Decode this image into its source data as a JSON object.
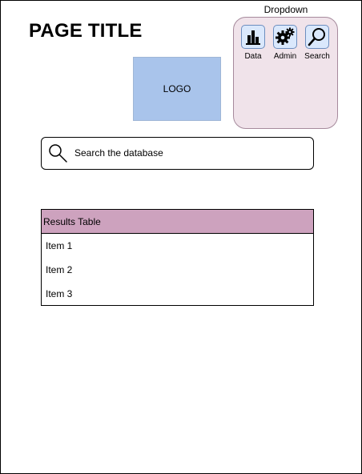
{
  "page": {
    "title": "PAGE TITLE"
  },
  "logo": {
    "label": "LOGO"
  },
  "dropdown": {
    "label": "Dropdown",
    "items": [
      {
        "label": "Data",
        "icon": "bar-chart-icon"
      },
      {
        "label": "Admin",
        "icon": "gears-icon"
      },
      {
        "label": "Search",
        "icon": "magnifier-icon"
      }
    ]
  },
  "search": {
    "placeholder": "Search the database",
    "icon": "search-icon"
  },
  "results": {
    "header": "Results Table",
    "items": [
      "Item 1",
      "Item 2",
      "Item 3"
    ]
  },
  "colors": {
    "logo_fill": "#a9c4eb",
    "dropdown_fill": "#f0e3ea",
    "icon_fill": "#dae8fc",
    "table_header_fill": "#cda2be"
  }
}
